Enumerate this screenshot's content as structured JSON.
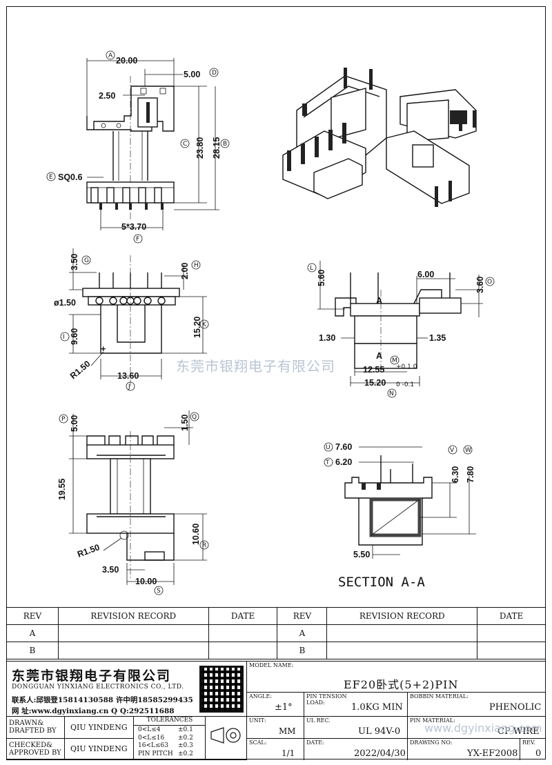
{
  "dims": {
    "top_width": "20.00",
    "top_offset": "5.00",
    "top_left": "2.50",
    "height_inner": "23.80",
    "height_total": "28.15",
    "pin_square": "SQ0.6",
    "pin_pitch": "5*3.70",
    "side_top": "3.50",
    "side_pin": "2.00",
    "side_hole": "ø1.50",
    "side_height": "15.20",
    "side_core": "9.60",
    "side_radius": "R1.50",
    "side_width": "13.60",
    "right_top": "5.60",
    "right_w": "6.00",
    "right_h": "3.60",
    "right_l": "1.30",
    "right_r": "1.35",
    "right_w1": "12.55",
    "right_w1_tol": "+0.1 0",
    "right_w2": "15.20",
    "right_w2_tol": "0 -0.1",
    "bot_top": "5.00",
    "bot_pin": "1.50",
    "bot_height": "19.55",
    "bot_lower": "10.60",
    "bot_radius": "R1.50",
    "bot_left": "3.50",
    "bot_width": "10.00",
    "sec_w1": "7.60",
    "sec_w2": "6.20",
    "sec_h1": "6.30",
    "sec_h2": "7.80",
    "sec_bottom": "5.50",
    "section_label": "SECTION  A-A"
  },
  "circles": {
    "a": "A",
    "b": "B",
    "c": "C",
    "d": "D",
    "e": "E",
    "f": "F",
    "g": "G",
    "h": "H",
    "i": "I",
    "j": "J",
    "k": "K",
    "l": "L",
    "m": "M",
    "n": "N",
    "o": "O",
    "p": "P",
    "q": "Q",
    "r": "R",
    "s": "S",
    "t": "T",
    "u": "U",
    "v": "V",
    "w": "W"
  },
  "watermark": "东莞市银翔电子有限公司",
  "watermark_url": "www.dgyinxiang.com",
  "revision": {
    "headers": [
      "REV",
      "REVISION RECORD",
      "DATE",
      "REV",
      "REVISION RECORD",
      "DATE"
    ],
    "rows": [
      [
        "A",
        "",
        "",
        "A",
        "",
        ""
      ],
      [
        "B",
        "",
        "",
        "B",
        "",
        ""
      ]
    ]
  },
  "company": {
    "name_cn": "东莞市银翔电子有限公司",
    "name_en": "DONGGUAN YINXIANG ELECTRONICS CO., LTD.",
    "contact": "联系人:邱银登15814130588 许中明18585299435",
    "web": "网   址:www.dgyinxiang.cn     Q Q:292511688"
  },
  "title": {
    "model_label": "MODEL NAME:",
    "model": "EF20卧式(5+2)PIN",
    "angle_label": "ANGLE:",
    "angle": "±1°",
    "tension_label": "PIN TENSION LOAD:",
    "tension": "1.0KG MIN",
    "bobbin_label": "BOBBIN MATERIAL:",
    "bobbin": "PHENOLIC",
    "unit_label": "UNIT:",
    "unit": "MM",
    "ul_label": "UL REC.",
    "ul": "UL 94V-0",
    "pinmat_label": "PIN MATERIAL:",
    "pinmat": "CP WIRE",
    "scale_label": "SCAL:",
    "scale": "1/1",
    "date_label": "DATE:",
    "date": "2022/04/30",
    "drawno_label": "DRAWING NO:",
    "drawno": "YX-EF2008",
    "rev_label": "REV.",
    "rev": "0",
    "drawn_label": "DRAWN& DRAFTED BY",
    "drawn": "QIU YINDENG",
    "checked_label": "CHECKED& APPROVED BY",
    "checked": "QIU YINDENG",
    "tol_label": "TOLERANCES",
    "tol": [
      [
        "0<L≤4",
        "±0.1"
      ],
      [
        "0<L≤16",
        "±0.2"
      ],
      [
        "16<L≤63",
        "±0.3"
      ],
      [
        "PIN PITCH",
        "±0.2"
      ]
    ]
  }
}
